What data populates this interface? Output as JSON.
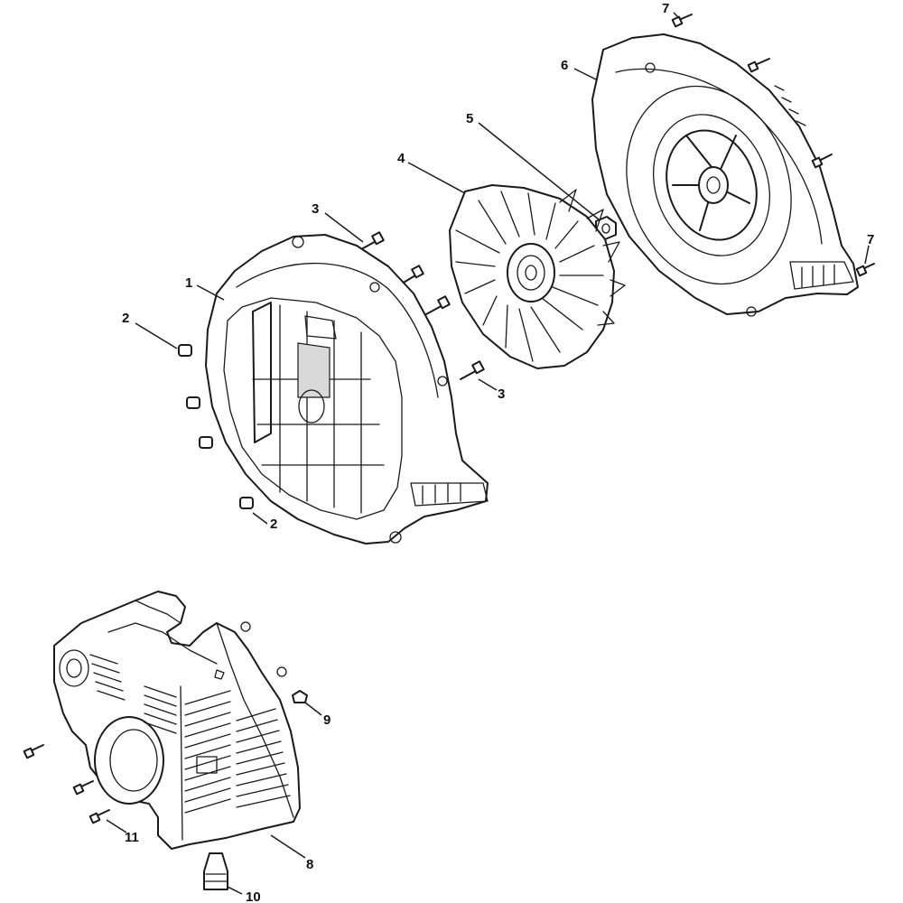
{
  "callouts": {
    "c1": "1",
    "c2a": "2",
    "c2b": "2",
    "c3a": "3",
    "c3b": "3",
    "c4": "4",
    "c5": "5",
    "c6": "6",
    "c7a": "7",
    "c7b": "7",
    "c8": "8",
    "c9": "9",
    "c10": "10",
    "c11": "11"
  }
}
